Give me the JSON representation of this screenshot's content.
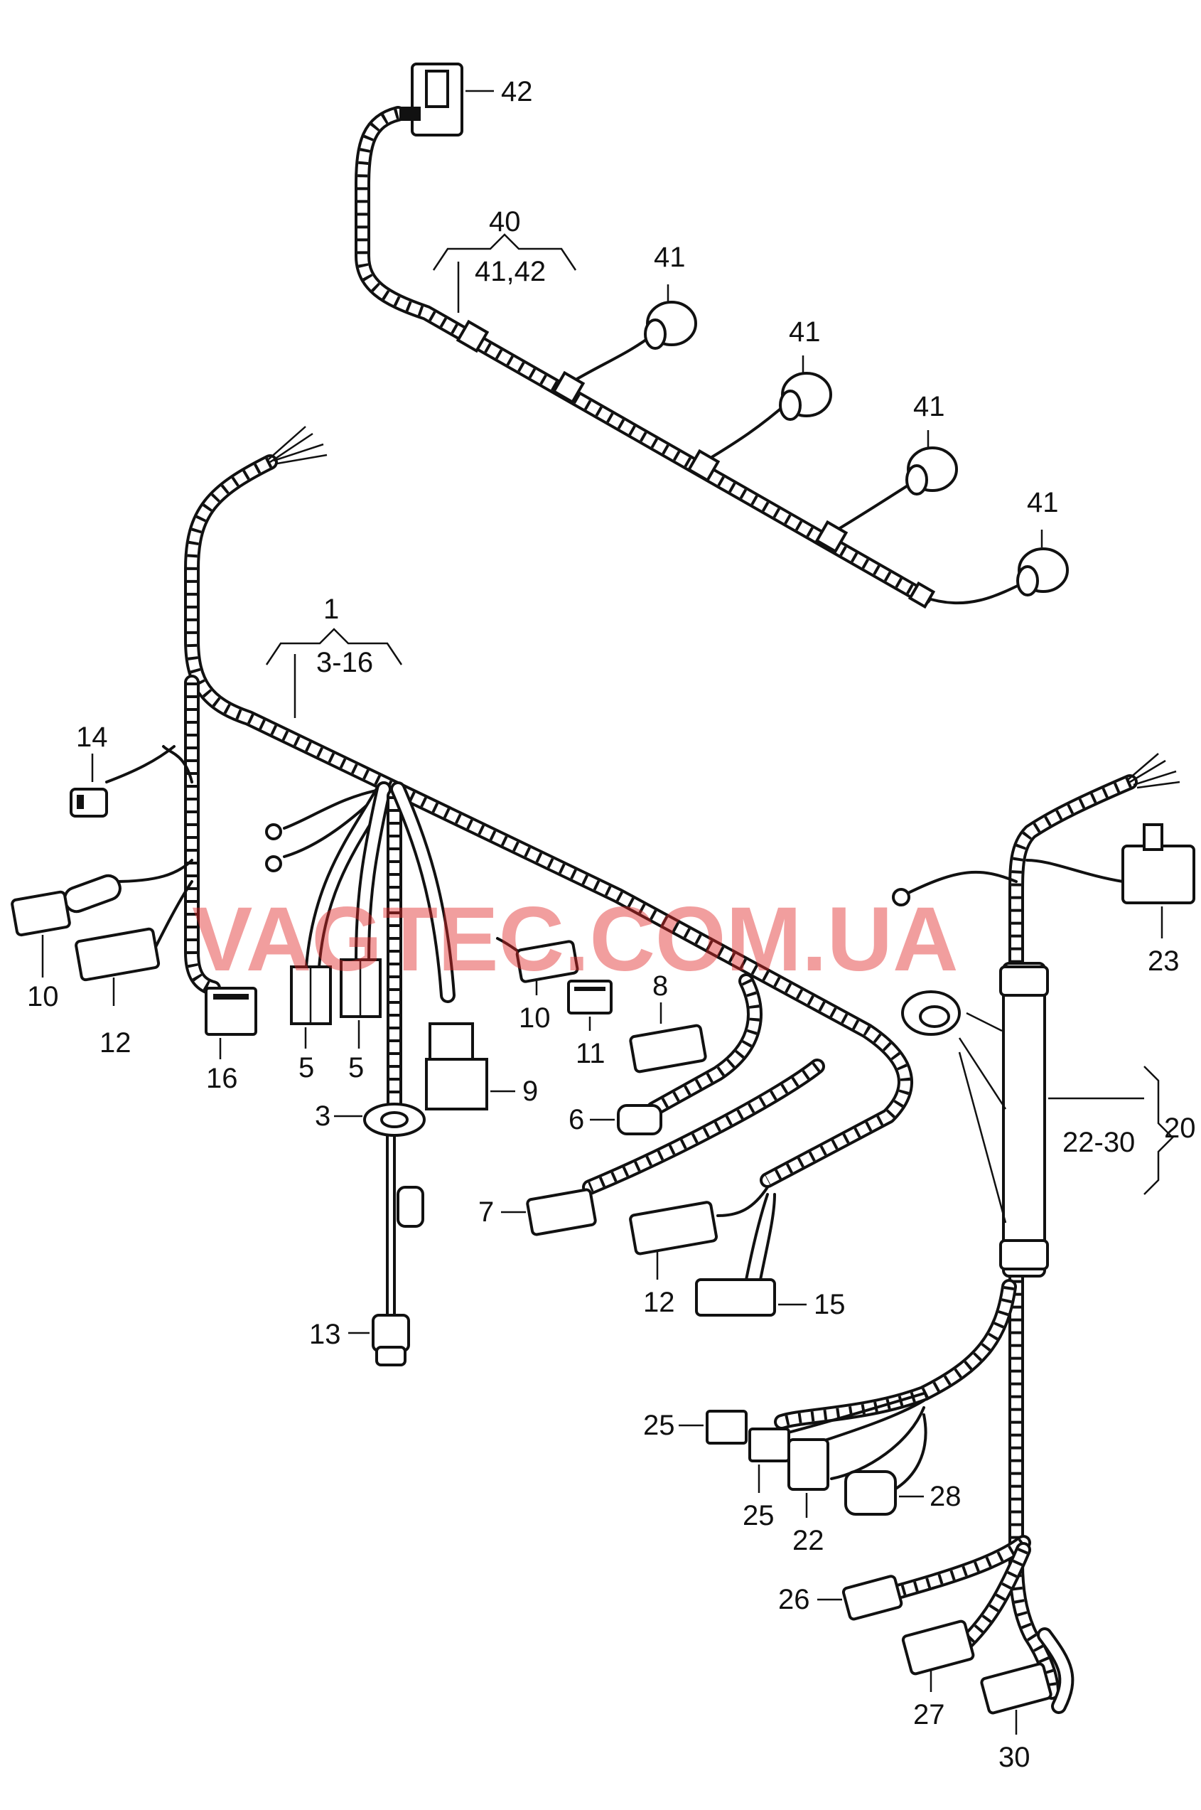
{
  "watermark": "VAGTEC.COM.UA",
  "labels": {
    "l1": "1",
    "l3_16": "3-16",
    "l3": "3",
    "l5a": "5",
    "l5b": "5",
    "l6": "6",
    "l7": "7",
    "l8": "8",
    "l9": "9",
    "l10a": "10",
    "l10b": "10",
    "l11": "11",
    "l12a": "12",
    "l12b": "12",
    "l13": "13",
    "l14": "14",
    "l15": "15",
    "l16": "16",
    "l20": "20",
    "l22_30": "22-30",
    "l22": "22",
    "l23": "23",
    "l25a": "25",
    "l25b": "25",
    "l26": "26",
    "l27": "27",
    "l28": "28",
    "l30": "30",
    "l40": "40",
    "l41_42": "41,42",
    "l41a": "41",
    "l41b": "41",
    "l41c": "41",
    "l41d": "41",
    "l42": "42"
  }
}
